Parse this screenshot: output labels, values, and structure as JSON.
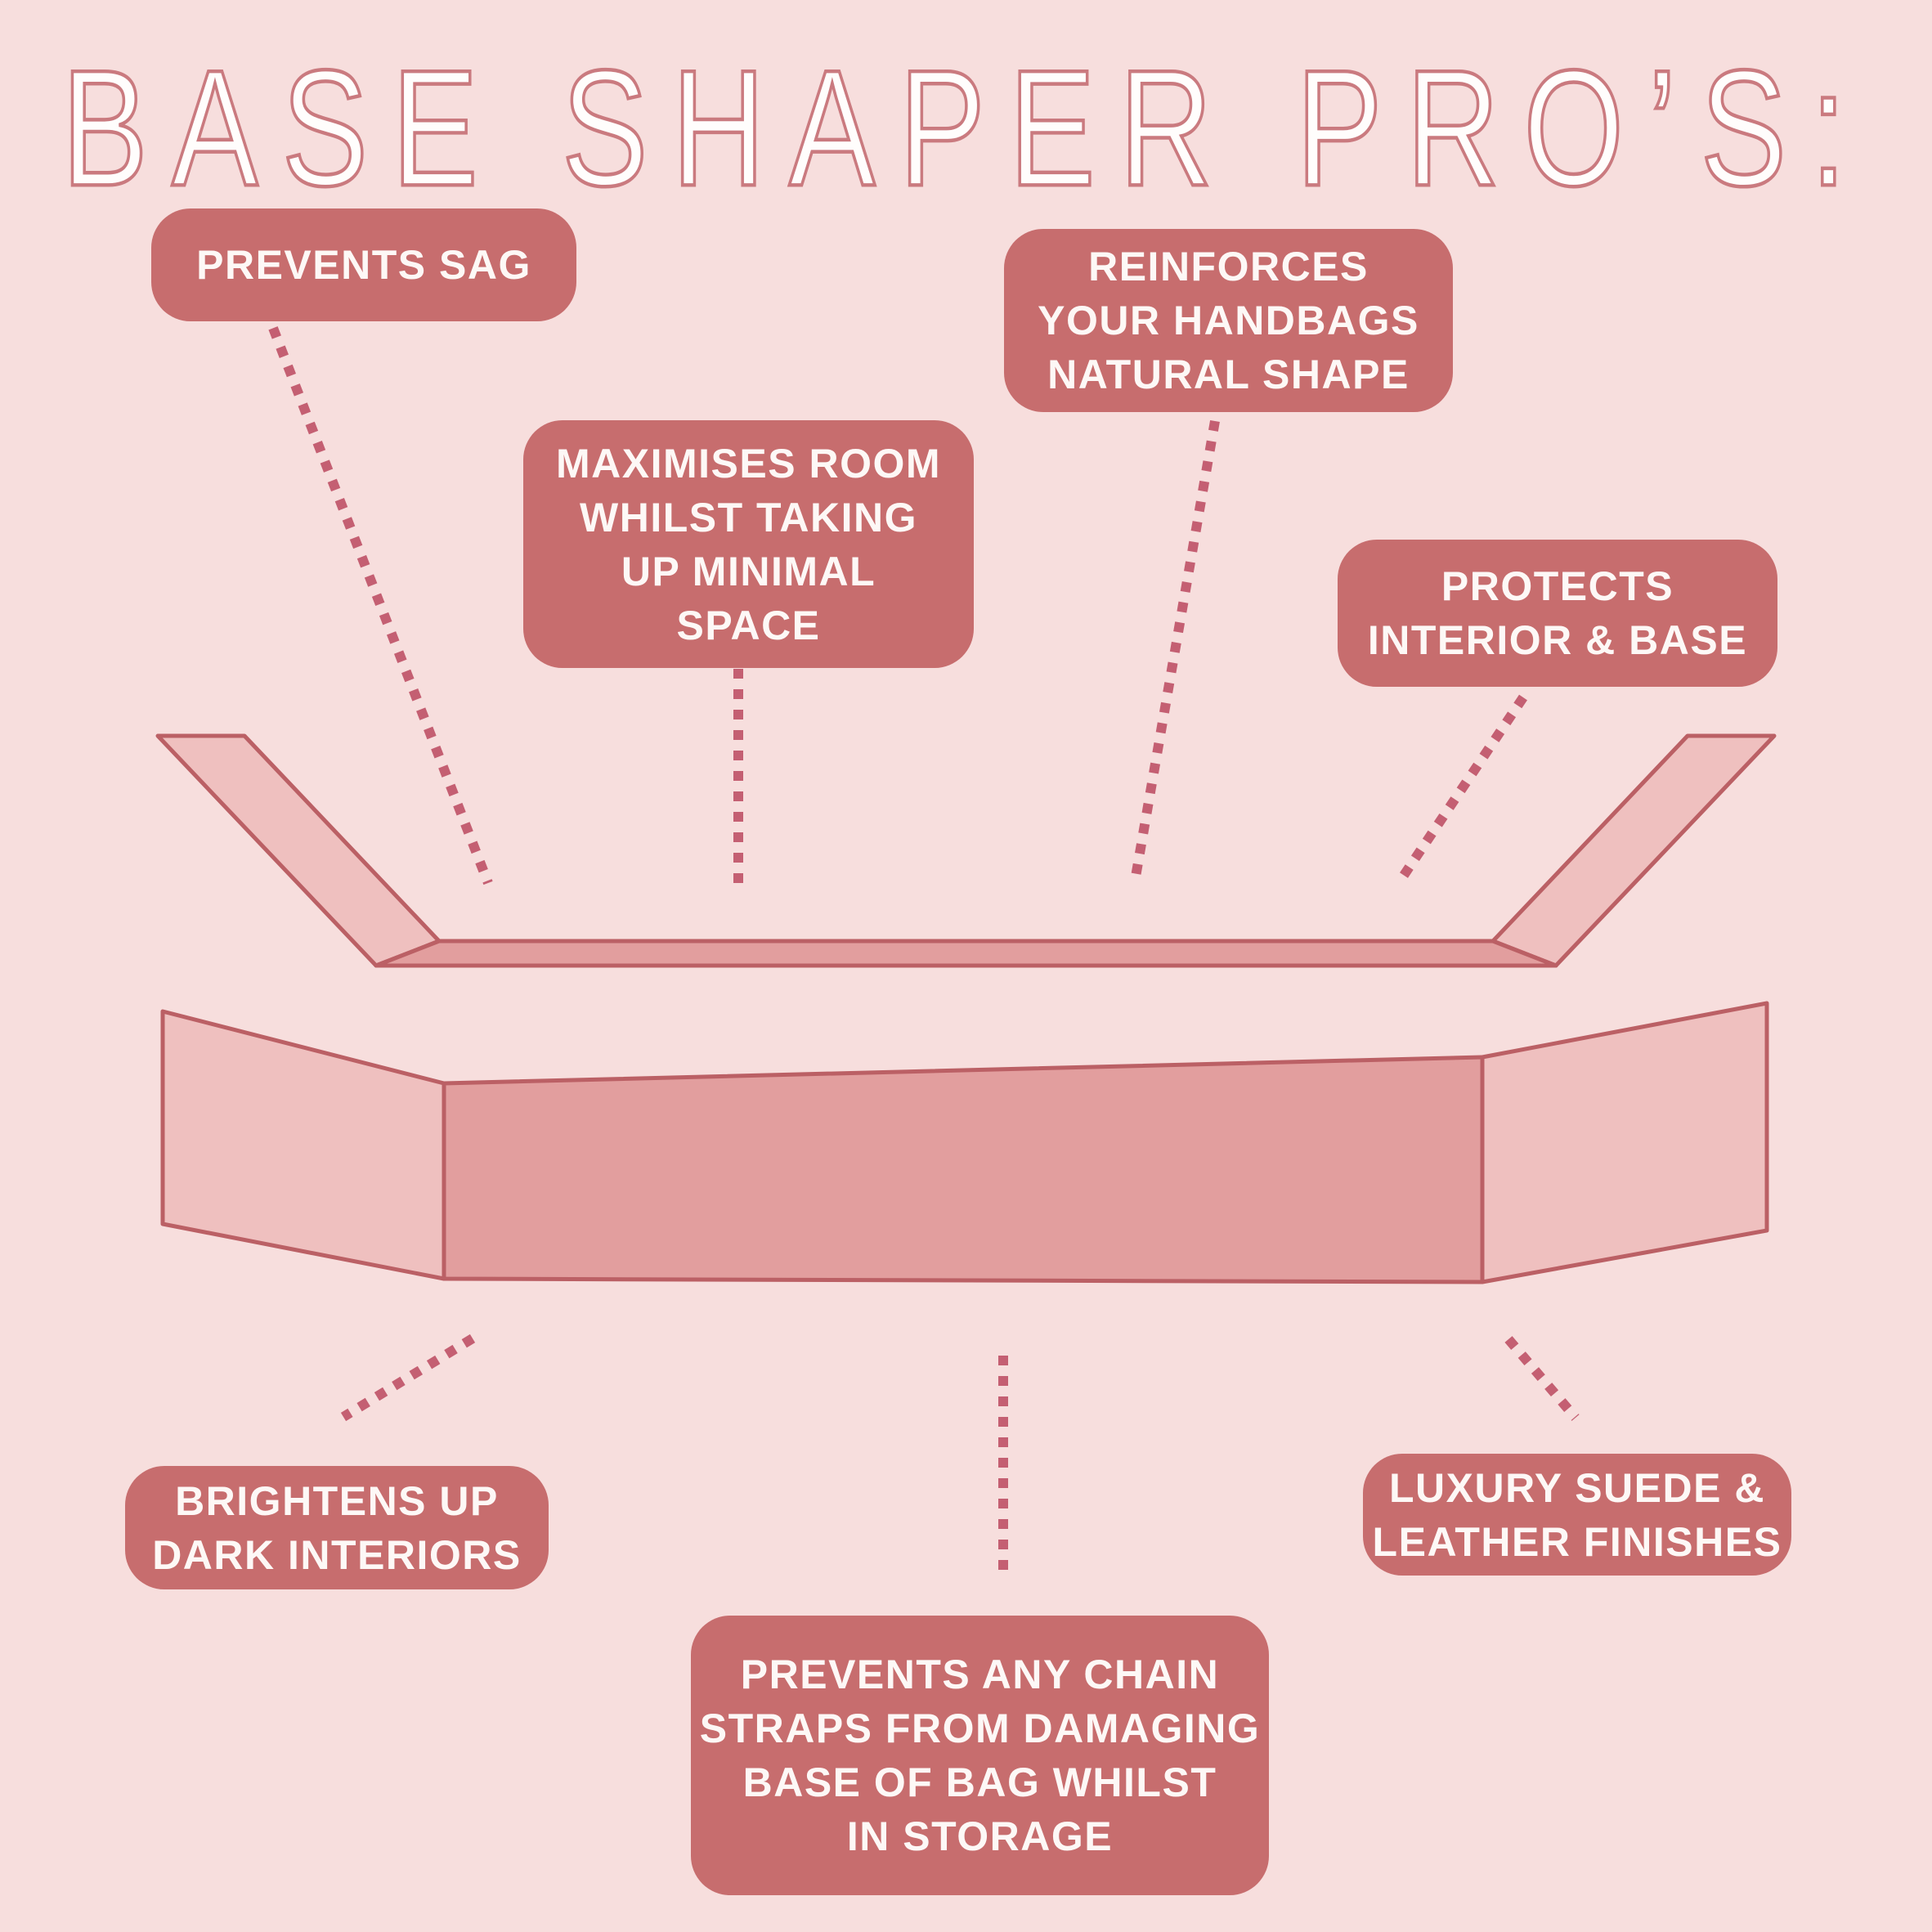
{
  "title": "BASE SHAPER PRO’S:",
  "callouts": [
    {
      "id": "prevents-sag",
      "label": "PREVENTS SAG"
    },
    {
      "id": "maximises-room",
      "label": "MAXIMISES ROOM\nWHILST TAKING\nUP MINIMAL\nSPACE"
    },
    {
      "id": "reinforces-shape",
      "label": "REINFORCES\nYOUR HANDBAGS\nNATURAL SHAPE"
    },
    {
      "id": "protects-interior",
      "label": "PROTECTS\nINTERIOR & BASE"
    },
    {
      "id": "brightens-interiors",
      "label": "BRIGHTENS UP\nDARK INTERIORS"
    },
    {
      "id": "prevents-chain",
      "label": "PREVENTS ANY CHAIN\nSTRAPS FROM DAMAGING\nBASE OF BAG WHILST\nIN STORAGE"
    },
    {
      "id": "luxury-finishes",
      "label": "LUXURY SUEDE &\nLEATHER FINISHES"
    }
  ],
  "colors": {
    "background": "#f7dedd",
    "callout_fill": "#c76d6e",
    "callout_text": "#fdf8f6",
    "title_fill": "#fffdfc",
    "title_outline": "#ca7a7f",
    "shape_light": "#efc0bf",
    "shape_dark": "#e29e9e",
    "shape_outline": "#bb6065",
    "dotted_line": "#c45f72"
  }
}
